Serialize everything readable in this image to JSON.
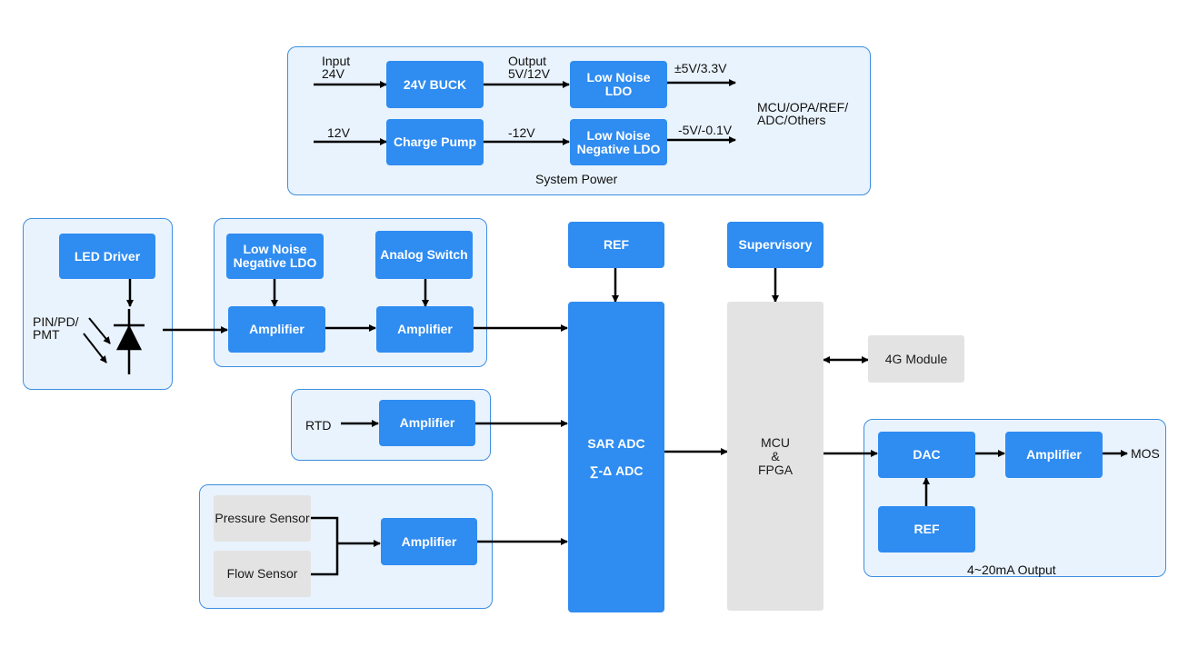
{
  "power": {
    "input_label": "Input\n24V",
    "buck": "24V BUCK",
    "buck_out": "Output\n5V/12V",
    "ldo1": "Low Noise\nLDO",
    "ldo1_out": "±5V/3.3V",
    "in12": "12V",
    "pump": "Charge Pump",
    "pump_out": "-12V",
    "ldo2": "Low Noise\nNegative LDO",
    "ldo2_out": "-5V/-0.1V",
    "loads": "MCU/OPA/REF/\nADC/Others",
    "caption": "System Power"
  },
  "optical": {
    "led_driver": "LED Driver",
    "sensor_label": "PIN/PD/\nPMT"
  },
  "signal_chain": {
    "neg_ldo": "Low Noise\nNegative LDO",
    "analog_switch": "Analog Switch",
    "amp1": "Amplifier",
    "amp2": "Amplifier"
  },
  "rtd": {
    "label": "RTD",
    "amp": "Amplifier"
  },
  "sensors": {
    "pressure": "Pressure Sensor",
    "flow": "Flow Sensor",
    "amp": "Amplifier"
  },
  "adc": {
    "ref": "REF",
    "line1": "SAR ADC",
    "line2": "∑-Δ ADC"
  },
  "control": {
    "supervisory": "Supervisory",
    "mcu": "MCU\n&\nFPGA",
    "module": "4G Module"
  },
  "output": {
    "dac": "DAC",
    "amp": "Amplifier",
    "ref": "REF",
    "mos": "MOS",
    "caption": "4~20mA Output"
  }
}
